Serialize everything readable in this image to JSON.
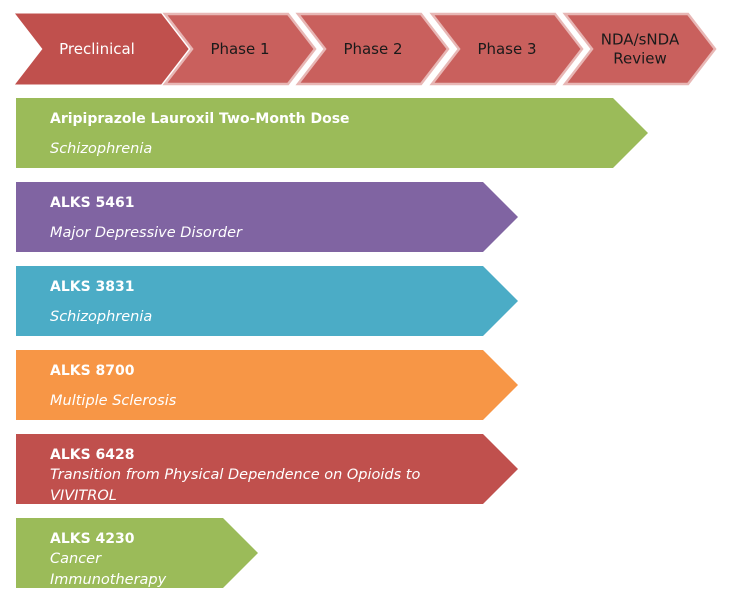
{
  "phases": [
    {
      "label_lines": [
        "Preclinical"
      ],
      "color": "#c0504d",
      "active": true
    },
    {
      "label_lines": [
        "Phase 1"
      ],
      "color": "#c9605d",
      "active": false
    },
    {
      "label_lines": [
        "Phase 2"
      ],
      "color": "#c9605d",
      "active": false
    },
    {
      "label_lines": [
        "Phase 3"
      ],
      "color": "#c9605d",
      "active": false
    },
    {
      "label_lines": [
        "NDA/sNDA",
        "Review"
      ],
      "color": "#c9605d",
      "active": false
    }
  ],
  "programs": [
    {
      "name": "Aripiprazole Lauroxil Two-Month Dose",
      "indication_lines": [
        "Schizophrenia"
      ],
      "color": "#9bbb59",
      "stage": "NDA/sNDA Review"
    },
    {
      "name": "ALKS 5461",
      "indication_lines": [
        "Major Depressive Disorder"
      ],
      "color": "#8064a2",
      "stage": "Phase 3"
    },
    {
      "name": "ALKS 3831",
      "indication_lines": [
        "Schizophrenia"
      ],
      "color": "#4bacc6",
      "stage": "Phase 3"
    },
    {
      "name": "ALKS 8700",
      "indication_lines": [
        "Multiple Sclerosis"
      ],
      "color": "#f79646",
      "stage": "Phase 3"
    },
    {
      "name": "ALKS 6428",
      "indication_lines": [
        "Transition from Physical Dependence on Opioids to",
        "VIVITROL"
      ],
      "color": "#c0504d",
      "stage": "Phase 3"
    },
    {
      "name": "ALKS 4230",
      "indication_lines": [
        "Cancer",
        "Immunotherapy"
      ],
      "color": "#9bbb59",
      "stage": "Phase 1"
    }
  ]
}
